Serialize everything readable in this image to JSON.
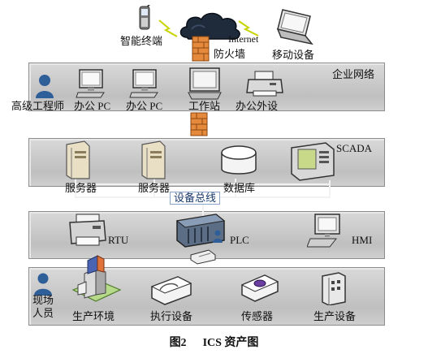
{
  "top": {
    "smart_terminal": "智能终端",
    "internet": "Internet",
    "firewall": "防火墙",
    "mobile_device": "移动设备"
  },
  "enterprise": {
    "band_label": "企业网络",
    "items": [
      "高级工程师",
      "办公 PC",
      "办公 PC",
      "工作站",
      "办公外设"
    ]
  },
  "scada": {
    "band_label": "SCADA",
    "items": [
      "服务器",
      "服务器",
      "数据库"
    ],
    "bus_label": "设备总线"
  },
  "control": {
    "items": [
      "RTU",
      "PLC",
      "HMI"
    ]
  },
  "field": {
    "person_label": "现场\n人员",
    "items": [
      "生产环境",
      "执行设备",
      "传感器",
      "生产设备"
    ]
  },
  "caption": {
    "figure_no": "图2",
    "title": "ICS 资产图"
  }
}
